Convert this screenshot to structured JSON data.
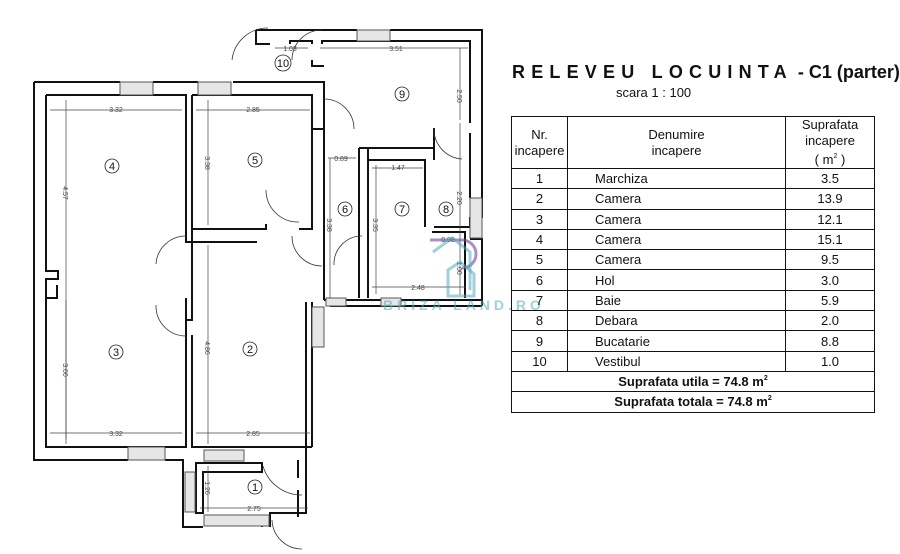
{
  "header": {
    "title_spaced": "RELEVEU LOCUINTA",
    "title_suffix": " - C1 (parter)",
    "scale": "scara  1 : 100"
  },
  "table": {
    "headers": {
      "nr_line1": "Nr.",
      "nr_line2": "incapere",
      "name_line1": "Denumire",
      "name_line2": "incapere",
      "area_line1": "Suprafata incapere",
      "area_line2": "( m",
      "area_sup": "2",
      "area_line2_end": " )"
    },
    "rows": [
      {
        "nr": "1",
        "name": "Marchiza",
        "area": "3.5"
      },
      {
        "nr": "2",
        "name": "Camera",
        "area": "13.9"
      },
      {
        "nr": "3",
        "name": "Camera",
        "area": "12.1"
      },
      {
        "nr": "4",
        "name": "Camera",
        "area": "15.1"
      },
      {
        "nr": "5",
        "name": "Camera",
        "area": "9.5"
      },
      {
        "nr": "6",
        "name": "Hol",
        "area": "3.0"
      },
      {
        "nr": "7",
        "name": "Baie",
        "area": "5.9"
      },
      {
        "nr": "8",
        "name": "Debara",
        "area": "2.0"
      },
      {
        "nr": "9",
        "name": "Bucatarie",
        "area": "8.8"
      },
      {
        "nr": "10",
        "name": "Vestibul",
        "area": "1.0"
      }
    ],
    "total_useful": "Suprafata utila = 74.8 m",
    "total_overall": "Suprafata totala = 74.8 m",
    "unit_sup": "2"
  },
  "plan": {
    "room_labels": [
      "1",
      "2",
      "3",
      "4",
      "5",
      "6",
      "7",
      "8",
      "9",
      "10"
    ],
    "dimensions": {
      "r4_w": "3.32",
      "r4_h": "4.57",
      "r5_w": "2.85",
      "r5_h": "3.38",
      "r6_w": "0.89",
      "r6_h": "3.38",
      "r7_w": "1.47",
      "r7_h": "3.35",
      "r8_h": "2.20",
      "r8_w": "0.98",
      "r9_w": "3.51",
      "r9_h": "2.50",
      "r10_w": "1.03",
      "r3_w": "3.32",
      "r3_h": "3.66",
      "r2_w": "2.85",
      "r2_h": "4.86",
      "r1_w": "2.75",
      "r1_h": "1.26",
      "hall_w": "2.48",
      "small_h": "1.00"
    }
  },
  "watermark": "BRIZA LAND.RO"
}
